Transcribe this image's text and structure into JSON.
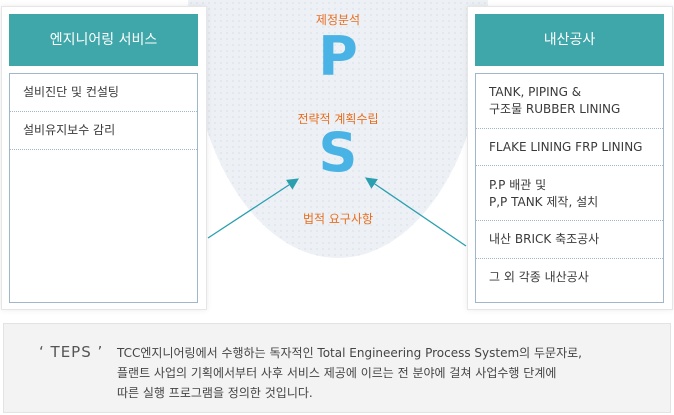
{
  "left_panel": {
    "title": "엔지니어링 서비스",
    "items": [
      "설비진단 및 컨설팅",
      "설비유지보수 감리"
    ]
  },
  "right_panel": {
    "title": "내산공사",
    "items": [
      {
        "lines": [
          "TANK, PIPING &",
          "구조물 RUBBER LINING"
        ]
      },
      {
        "lines": [
          "FLAKE LINING FRP LINING"
        ]
      },
      {
        "lines": [
          "P.P 배관 및",
          "P,P TANK 제작, 설치"
        ]
      },
      {
        "lines": [
          "내산 BRICK 축조공사"
        ]
      },
      {
        "lines": [
          "그 외 각종 내산공사"
        ]
      }
    ]
  },
  "center": {
    "p_caption": "제정분석",
    "p_letter": "P",
    "s_caption": "전략적 계획수립",
    "s_letter": "S",
    "bottom_caption": "법적 요구사항"
  },
  "teps": {
    "label": "‘ TEPS ’",
    "lines": [
      "TCC엔지니어링에서 수행하는 독자적인 Total Engineering Process System의 두문자로,",
      "플랜트 사업의 기획에서부터 사후 서비스 제공에 이르는 전 분야에 걸쳐 사업수행 단계에",
      "따른 실행 프로그램을 정의한 것입니다."
    ]
  },
  "colors": {
    "header_teal": "#3fa7a9",
    "accent_orange": "#e96e1f",
    "letter_blue": "#48b3e4",
    "arrow_teal": "#2b9fb0"
  }
}
